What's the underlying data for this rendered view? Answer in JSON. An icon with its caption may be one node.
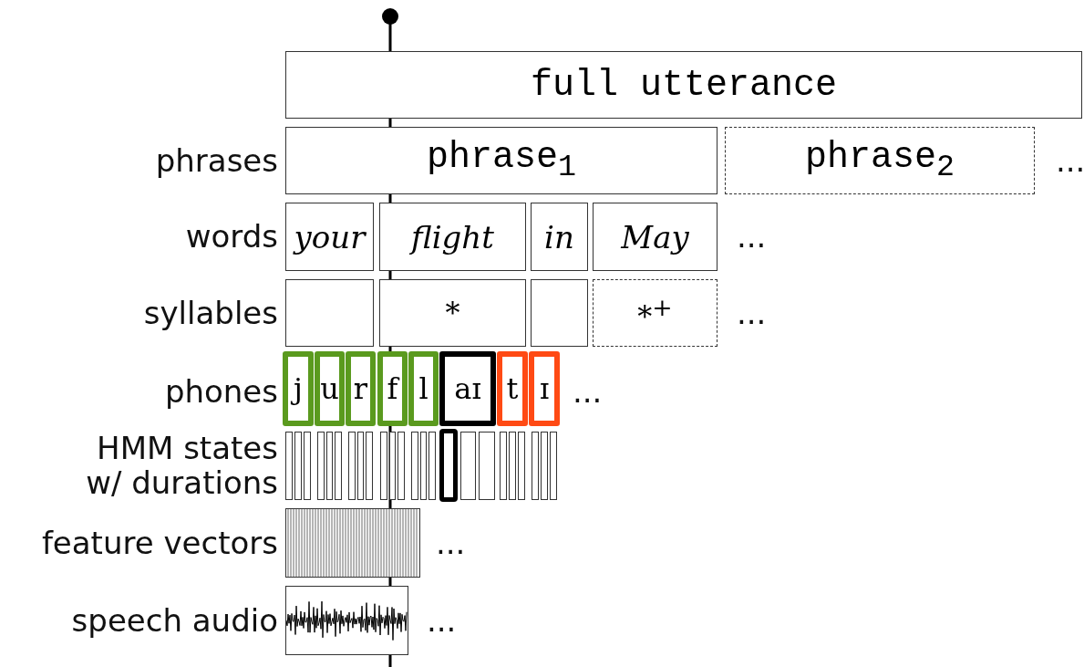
{
  "diagram": {
    "nodes": [
      {
        "text": [
          "full utterance"
        ]
      },
      {
        "text": [
          "phrase$_{1}$"
        ]
      },
      {
        "text": [
          "phrase$_{2}$"
        ]
      },
      {
        "text": [
          "your"
        ]
      },
      {
        "text": [
          "flight"
        ]
      },
      {
        "text": [
          "in"
        ]
      },
      {
        "text": [
          "May"
        ]
      },
      {
        "text": [],
        "shape": "box"
      },
      {
        "text": [
          "*"
        ]
      },
      {
        "text": [],
        "shape": "box"
      },
      {
        "text": [
          "*$^{+}$"
        ]
      },
      {
        "text": [
          "j"
        ]
      },
      {
        "text": [
          "u"
        ]
      },
      {
        "text": [
          "r"
        ]
      },
      {
        "text": [
          "f"
        ]
      },
      {
        "text": [
          "l"
        ]
      },
      {
        "text": [
          "aɪ"
        ]
      },
      {
        "text": [
          "t"
        ]
      },
      {
        "text": [
          "ɪ"
        ]
      },
      {
        "text": [],
        "shape": "box"
      },
      {
        "text": [],
        "shape": "box"
      },
      {
        "text": [],
        "shape": "box"
      },
      {
        "text": [],
        "shape": "box"
      },
      {
        "text": [],
        "shape": "box"
      },
      {
        "text": [],
        "shape": "box"
      },
      {
        "text": [],
        "shape": "box"
      },
      {
        "text": [],
        "shape": "box"
      },
      {
        "text": [],
        "shape": "box"
      },
      {
        "text": [],
        "shape": "box"
      },
      {
        "text": [],
        "shape": "box"
      },
      {
        "text": [],
        "shape": "box"
      },
      {
        "text": [],
        "shape": "box"
      },
      {
        "text": [],
        "shape": "box"
      },
      {
        "text": [],
        "shape": "box"
      },
      {
        "text": [],
        "shape": "box"
      },
      {
        "text": [],
        "shape": "box"
      },
      {
        "text": [],
        "shape": "box"
      },
      {
        "text": [],
        "shape": "box"
      },
      {
        "text": [],
        "shape": "box"
      },
      {
        "text": [],
        "shape": "box"
      },
      {
        "text": [],
        "shape": "box"
      },
      {
        "text": [],
        "shape": "box"
      },
      {
        "text": [],
        "shape": "box"
      },
      {
        "text": [],
        "shape": "box"
      },
      {
        "text": [],
        "shape": "box"
      }
    ],
    "labels": [
      "phrases",
      "...",
      "words",
      "...",
      "syllables",
      "...",
      "phones",
      "...",
      "HMM states w/ durations",
      "feature vectors",
      "...",
      "speech audio",
      "..."
    ]
  }
}
